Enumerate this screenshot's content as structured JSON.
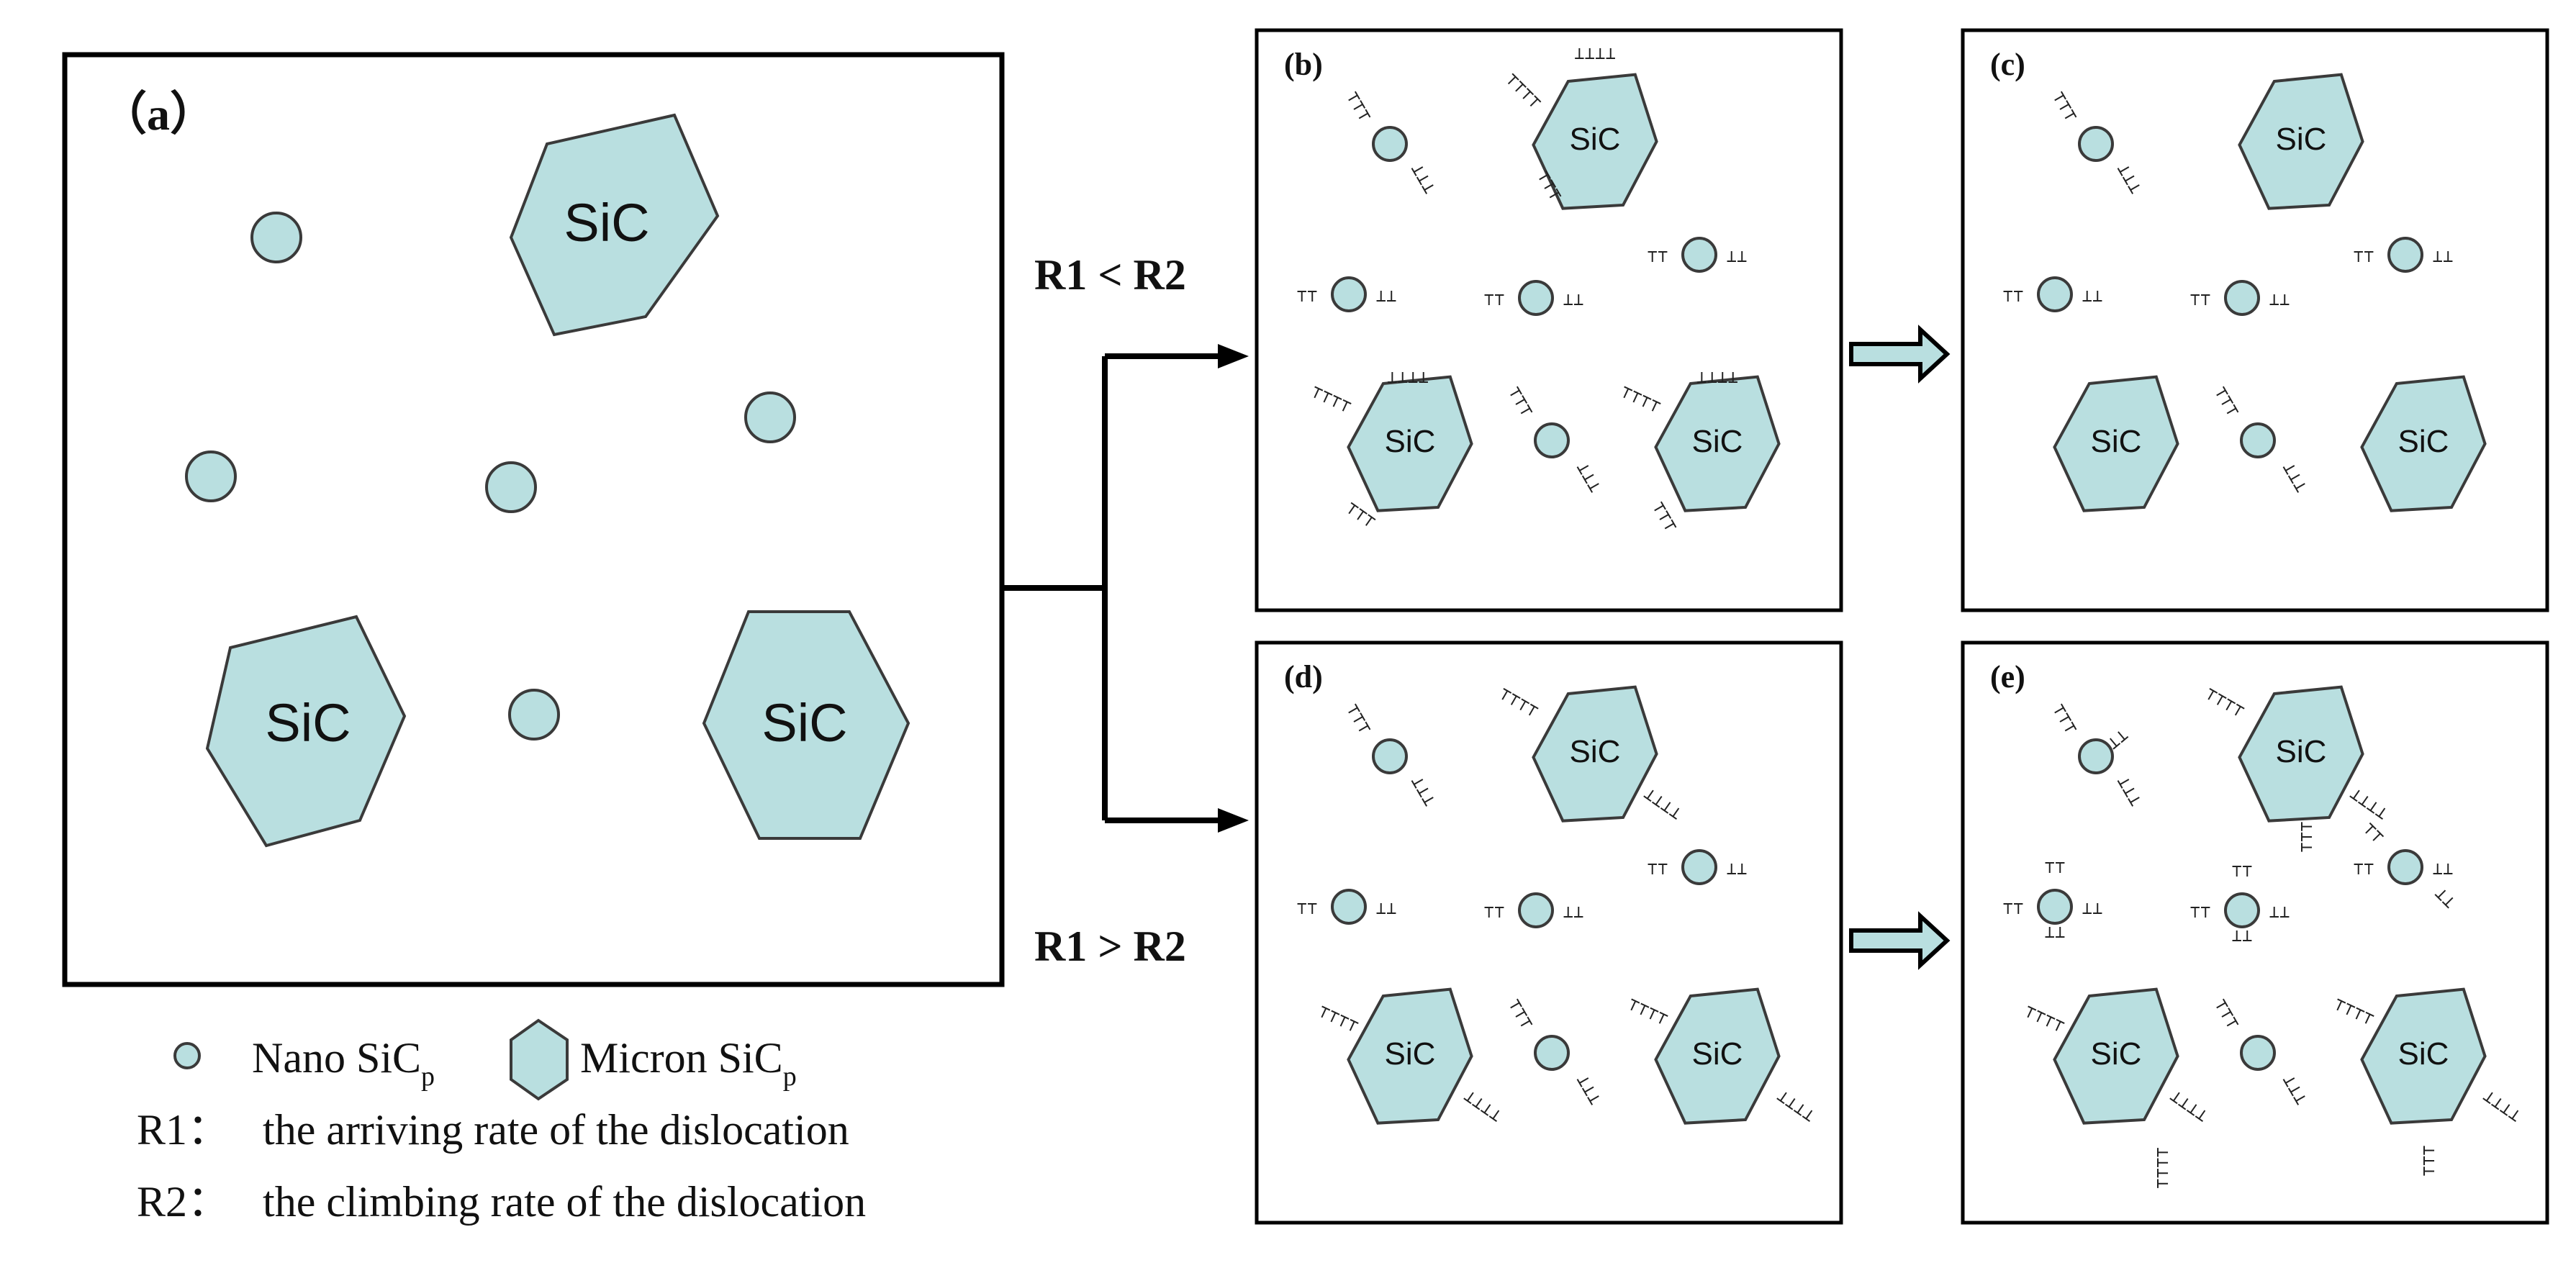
{
  "panels": {
    "a": {
      "label": "（a）"
    },
    "b": {
      "label": "(b)"
    },
    "c": {
      "label": "(c)"
    },
    "d": {
      "label": "(d)"
    },
    "e": {
      "label": "(e)"
    }
  },
  "particle_text": "SiC",
  "conditions": {
    "upper": "R1 < R2",
    "lower": "R1 > R2"
  },
  "legend": {
    "nano": {
      "main": "Nano  SiC",
      "sub": "p"
    },
    "micron": {
      "main": "Micron  SiC",
      "sub": "p"
    },
    "r1": "R1：   the arriving rate of the dislocation",
    "r2": "R2：   the climbing rate of the dislocation"
  },
  "dislocation_symbols": {
    "up": "⊤⊤⊤",
    "down": "⊥⊥⊥",
    "up2": "⊤⊤",
    "down2": "⊥⊥",
    "up4": "⊤⊤⊤⊤",
    "down4": "⊥⊥⊥⊥"
  },
  "colors": {
    "particle_fill": "#b9dfe0",
    "outline": "#3a3a3a",
    "frame": "#000000"
  }
}
